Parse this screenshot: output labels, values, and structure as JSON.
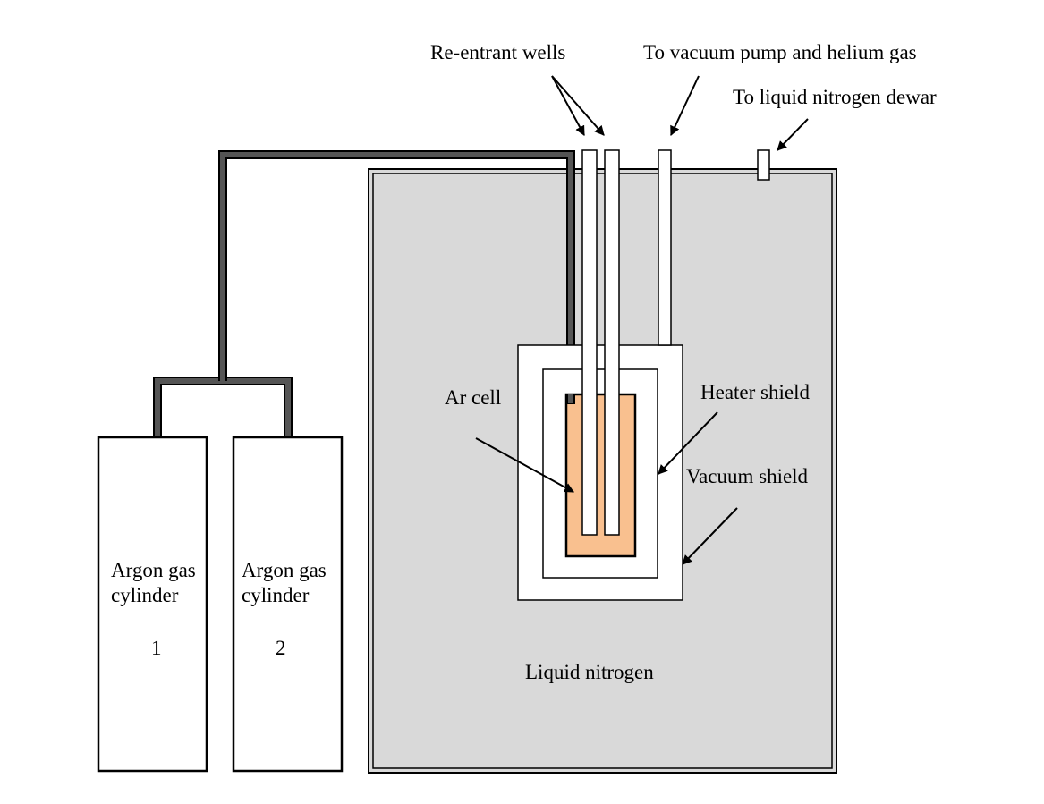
{
  "labels": {
    "reentrant_wells": "Re-entrant wells",
    "vacuum_pump": "To vacuum pump and helium gas",
    "ln2_dewar": "To liquid nitrogen dewar",
    "ar_cell": "Ar cell",
    "heater_shield": "Heater shield",
    "vacuum_shield": "Vacuum shield",
    "liquid_nitrogen": "Liquid nitrogen",
    "cylinder_1": {
      "line1": "Argon gas",
      "line2": "cylinder",
      "number": "1"
    },
    "cylinder_2": {
      "line1": "Argon gas",
      "line2": "cylinder",
      "number": "2"
    }
  },
  "colors": {
    "dewar_fill": "#d9d9d9",
    "ar_cell_fill": "#f9c08f",
    "pipe": "#555555",
    "outline": "#000000"
  }
}
